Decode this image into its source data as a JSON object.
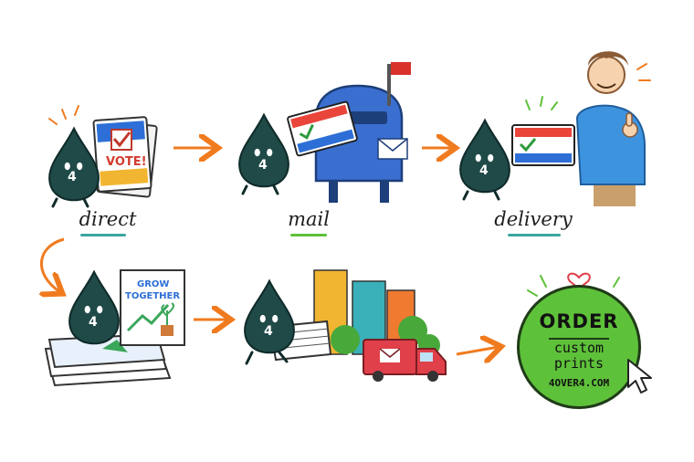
{
  "labels": {
    "direct": "direct",
    "mail": "mail",
    "delivery": "delivery"
  },
  "badges": {
    "character_number": "4",
    "vote_card": "VOTE!",
    "poster_line1": "GROW",
    "poster_line2": "TOGETHER"
  },
  "cta": {
    "line1": "ORDER",
    "line2": "custom",
    "line3": "prints",
    "line4": "4OVER4.COM"
  },
  "colors": {
    "drop": "#1f4a48",
    "accent_orange": "#f07b1f",
    "underline_teal": "#3aa6a0",
    "mailbox_blue": "#3a6fd0",
    "cta_green": "#5ec13a",
    "truck_red": "#e0404a"
  },
  "icons": [
    "ink-drop-mascot-icon",
    "vote-flyer-icon",
    "mailbox-icon",
    "envelope-icon",
    "person-thumbs-up-icon",
    "poster-icon",
    "flyer-stack-icon",
    "city-buildings-icon",
    "delivery-truck-icon",
    "mouse-cursor-icon",
    "heart-icon",
    "flow-arrow-icon"
  ]
}
